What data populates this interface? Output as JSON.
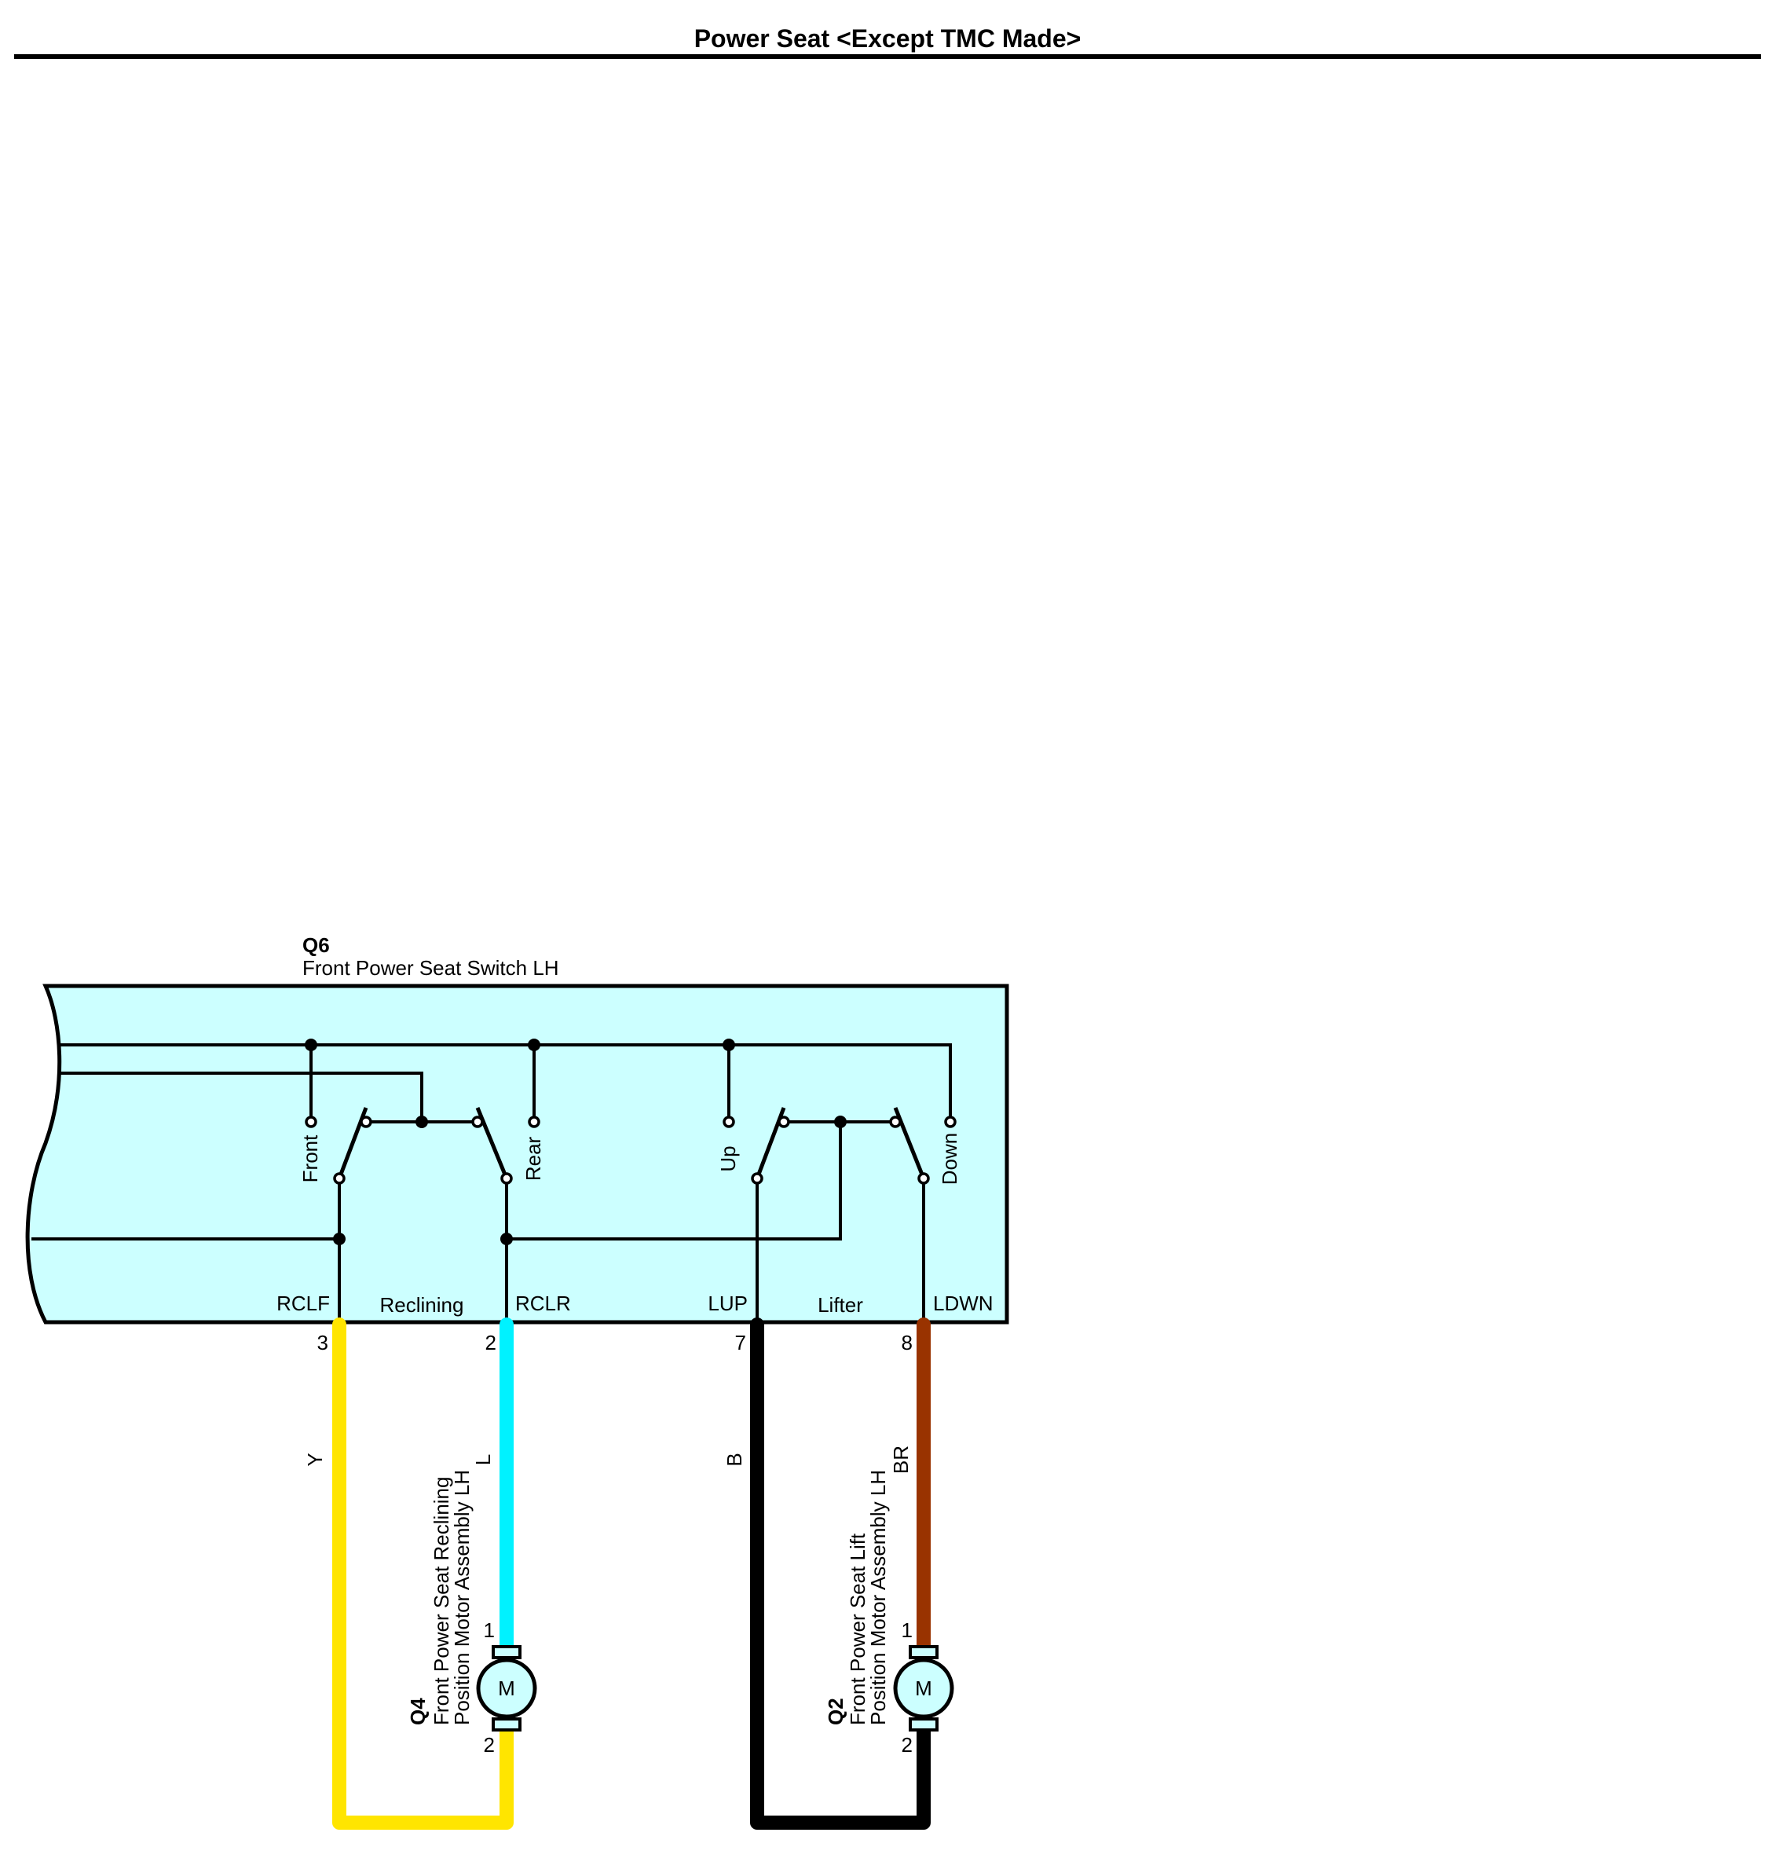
{
  "title": "Power Seat <Except TMC Made>",
  "colors": {
    "switch_fill": "#ccffff",
    "wire_Y": "#ffe500",
    "wire_L": "#00f2ff",
    "wire_B": "#000000",
    "wire_BR": "#993300",
    "motor_fill": "#ccffff",
    "line": "#000000"
  },
  "switch_assembly": {
    "code": "Q6",
    "name": "Front Power Seat Switch LH",
    "switch_labels": {
      "front": "Front",
      "rear": "Rear",
      "up": "Up",
      "down": "Down"
    },
    "groups": {
      "reclining": "Reclining",
      "lifter": "Lifter"
    },
    "terminals": {
      "rclf": {
        "name": "RCLF",
        "pin": "3"
      },
      "rclr": {
        "name": "RCLR",
        "pin": "2"
      },
      "lup": {
        "name": "LUP",
        "pin": "7"
      },
      "ldwn": {
        "name": "LDWN",
        "pin": "8"
      }
    }
  },
  "wire_colors": {
    "rclf": "Y",
    "rclr": "L",
    "lup": "B",
    "ldwn": "BR"
  },
  "motors": {
    "reclining": {
      "code": "Q4",
      "name_line1": "Front Power Seat Reclining",
      "name_line2": "Position Motor Assembly LH",
      "symbol": "M",
      "pin_top": "1",
      "pin_bottom": "2"
    },
    "lift": {
      "code": "Q2",
      "name_line1": "Front Power Seat Lift",
      "name_line2": "Position Motor Assembly LH",
      "symbol": "M",
      "pin_top": "1",
      "pin_bottom": "2"
    }
  }
}
